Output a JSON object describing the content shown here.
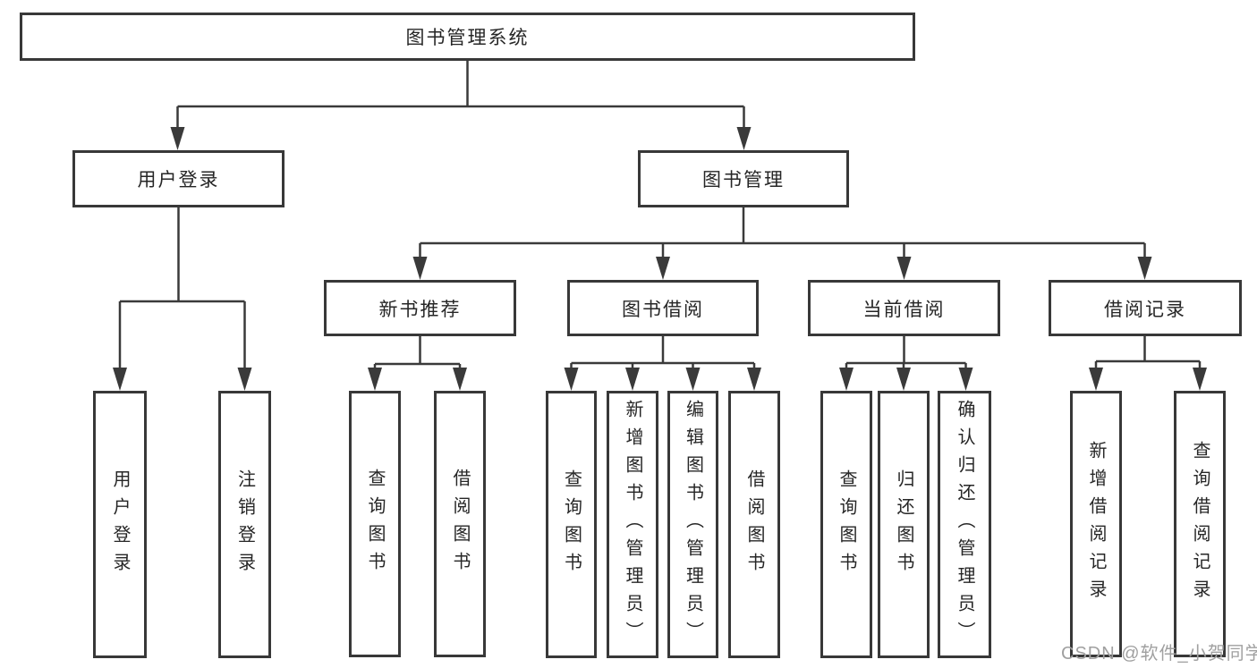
{
  "diagram": {
    "root": {
      "label": "图书管理系统"
    },
    "branches": {
      "user_login": {
        "label": "用户登录",
        "children": [
          "用户登录",
          "注销登录"
        ]
      },
      "book_management": {
        "label": "图书管理",
        "children": {
          "new_book_recommend": {
            "label": "新书推荐",
            "children": [
              "查询图书",
              "借阅图书"
            ]
          },
          "book_borrow": {
            "label": "图书借阅",
            "children": [
              "查询图书",
              "新增图书（管理员）",
              "编辑图书（管理员）",
              "借阅图书"
            ]
          },
          "current_borrow": {
            "label": "当前借阅",
            "children": [
              "查询图书",
              "归还图书",
              "确认归还（管理员）"
            ]
          },
          "borrow_record": {
            "label": "借阅记录",
            "children": [
              "新增借阅记录",
              "查询借阅记录"
            ]
          }
        }
      }
    },
    "watermark": "CSDN @软件_小贺同学",
    "colors": {
      "line": "#3a3a3a",
      "border": "#383838",
      "text": "#262626",
      "watermark_text": "#a0a0a0",
      "background": "#ffffff"
    }
  }
}
